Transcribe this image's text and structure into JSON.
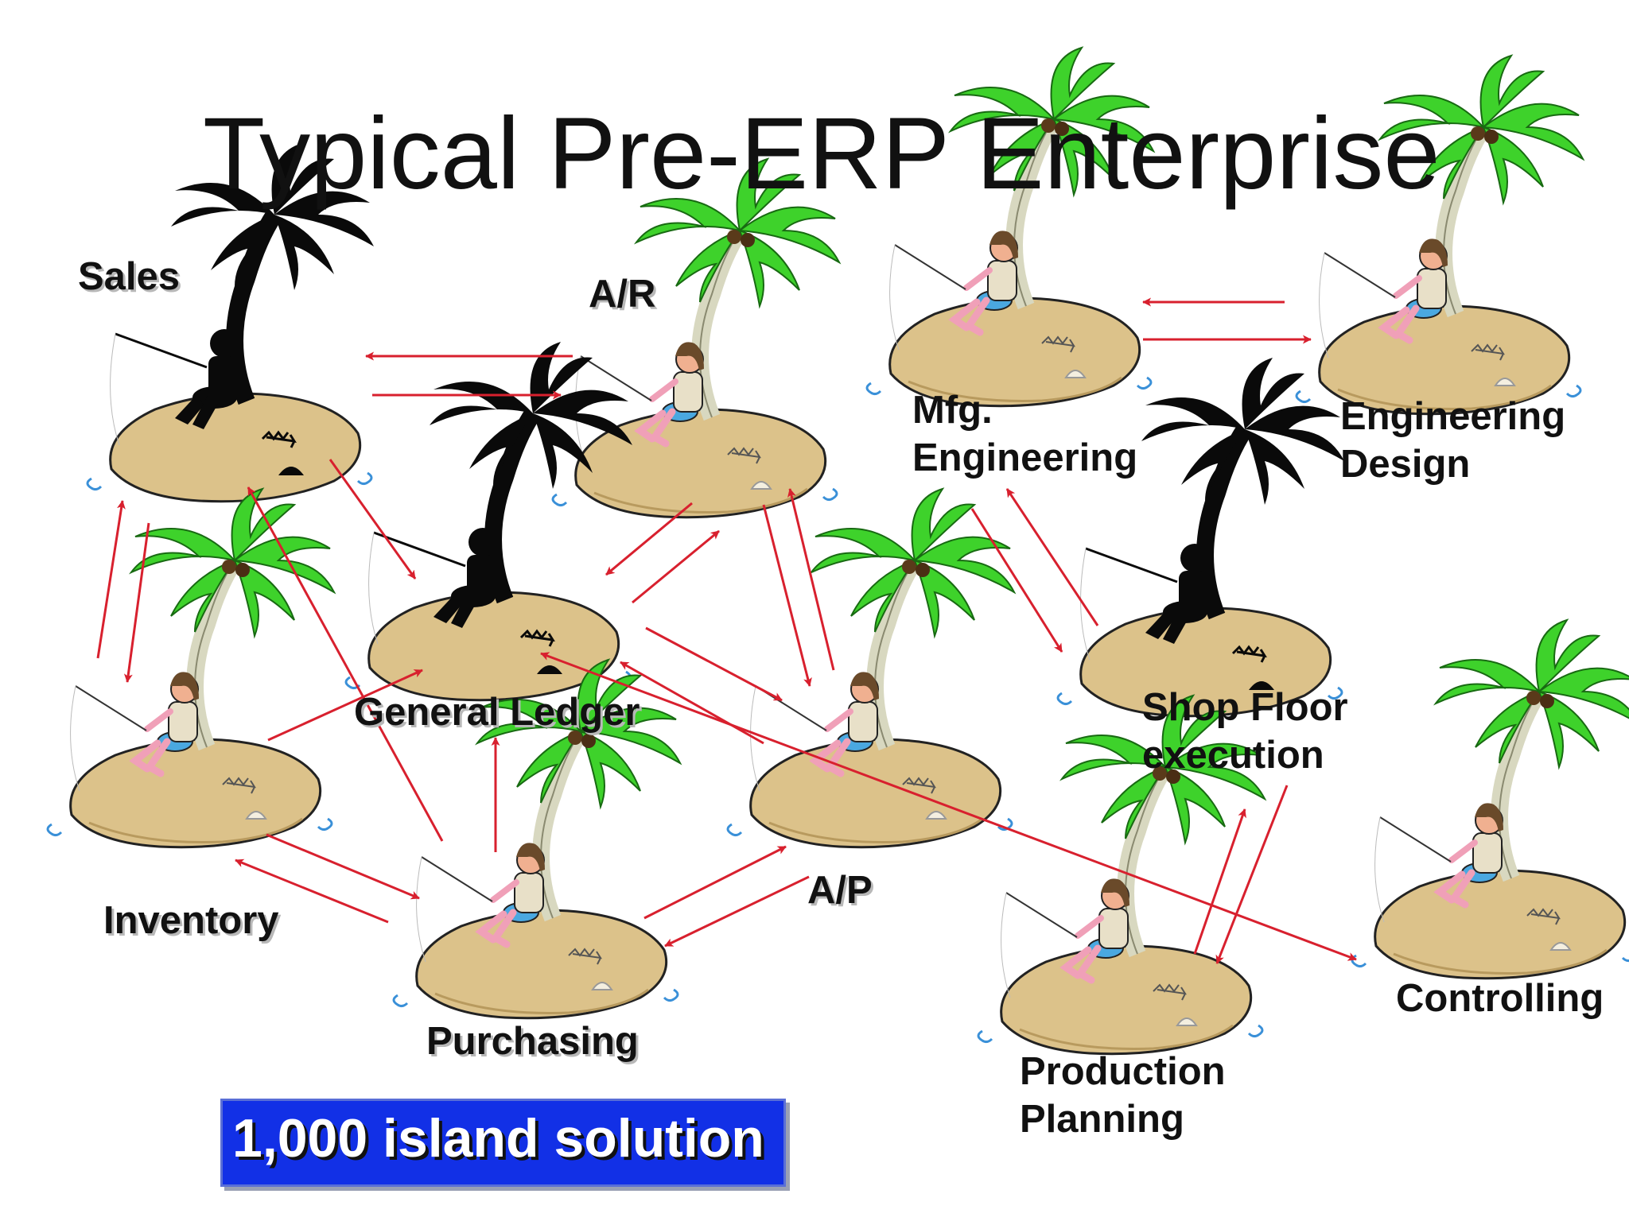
{
  "title": "Typical Pre-ERP Enterprise",
  "banner": "1,000 island solution",
  "colors": {
    "arrow": "#d8202e",
    "banner_bg": "#1230e6",
    "sand": "#dcc28a",
    "palm_green": "#35c228",
    "silhouette": "#0a0a0a"
  },
  "islands": [
    {
      "id": "sales",
      "label": "Sales",
      "style": "silhouette"
    },
    {
      "id": "ar",
      "label": "A/R",
      "style": "color"
    },
    {
      "id": "mfg-engineering",
      "label": "Mfg.\nEngineering",
      "style": "color"
    },
    {
      "id": "engineering-design",
      "label": "Engineering\nDesign",
      "style": "color"
    },
    {
      "id": "general-ledger",
      "label": "General Ledger",
      "style": "silhouette"
    },
    {
      "id": "shop-floor",
      "label": "Shop Floor\nexecution",
      "style": "silhouette"
    },
    {
      "id": "inventory",
      "label": "Inventory",
      "style": "color"
    },
    {
      "id": "ap",
      "label": "A/P",
      "style": "color"
    },
    {
      "id": "purchasing",
      "label": "Purchasing",
      "style": "color"
    },
    {
      "id": "production-planning",
      "label": "Production\nPlanning",
      "style": "color"
    },
    {
      "id": "controlling",
      "label": "Controlling",
      "style": "color"
    }
  ],
  "connections": [
    {
      "from": "ar",
      "to": "sales"
    },
    {
      "from": "sales",
      "to": "ar"
    },
    {
      "from": "engineering-design",
      "to": "mfg-engineering"
    },
    {
      "from": "mfg-engineering",
      "to": "engineering-design"
    },
    {
      "from": "sales",
      "to": "general-ledger"
    },
    {
      "from": "sales",
      "to": "inventory"
    },
    {
      "from": "inventory",
      "to": "sales"
    },
    {
      "from": "purchasing",
      "to": "sales"
    },
    {
      "from": "ar",
      "to": "general-ledger"
    },
    {
      "from": "general-ledger",
      "to": "ar"
    },
    {
      "from": "ar",
      "to": "ap"
    },
    {
      "from": "ap",
      "to": "ar"
    },
    {
      "from": "inventory",
      "to": "general-ledger"
    },
    {
      "from": "general-ledger",
      "to": "ap"
    },
    {
      "from": "ap",
      "to": "general-ledger"
    },
    {
      "from": "purchasing",
      "to": "general-ledger"
    },
    {
      "from": "inventory",
      "to": "purchasing"
    },
    {
      "from": "purchasing",
      "to": "inventory"
    },
    {
      "from": "purchasing",
      "to": "ap"
    },
    {
      "from": "ap",
      "to": "purchasing"
    },
    {
      "from": "mfg-engineering",
      "to": "shop-floor"
    },
    {
      "from": "shop-floor",
      "to": "mfg-engineering"
    },
    {
      "from": "shop-floor",
      "to": "production-planning"
    },
    {
      "from": "production-planning",
      "to": "shop-floor"
    },
    {
      "from": "general-ledger",
      "to": "controlling"
    },
    {
      "from": "controlling",
      "to": "general-ledger"
    }
  ]
}
